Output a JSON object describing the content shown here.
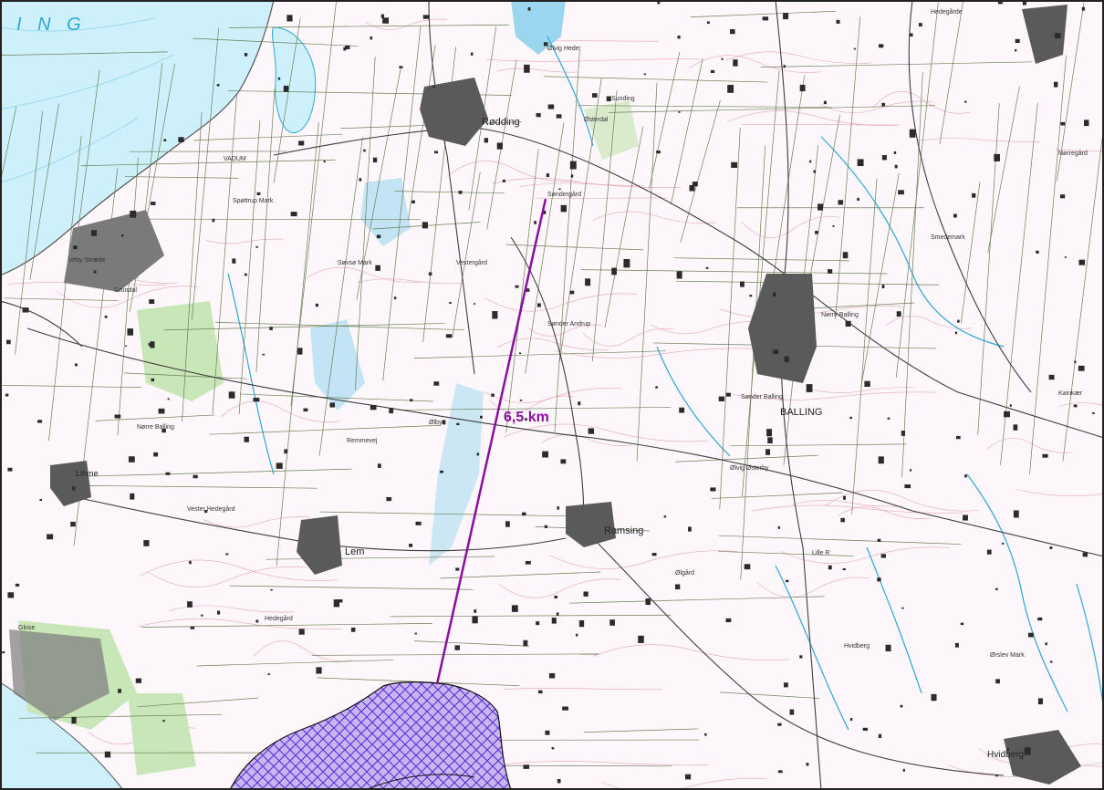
{
  "map": {
    "water_label": "I N G",
    "measurement": {
      "label": "6,5 km",
      "color": "#8a0f9e"
    },
    "colors": {
      "sea": "#cdf0fb",
      "land": "#fdf7fb",
      "settlement": "#3a3a3a",
      "zone_fill": "#c8b6f0",
      "zone_hatch": "#5c2cd6",
      "stream": "#2aa7d8",
      "wetland": "#8fd3ee",
      "forest": "#c9e6b8",
      "road": "#3c3c3c",
      "field_line": "#6b7f54",
      "contour": "#e8a6b0"
    },
    "towns": [
      {
        "name": "Rødding"
      },
      {
        "name": "BALLING"
      },
      {
        "name": "Ramsing"
      },
      {
        "name": "Lem"
      },
      {
        "name": "Lihme"
      },
      {
        "name": "Hvidberg"
      }
    ],
    "places": [
      "VADUM",
      "Spøttrup Mark",
      "Veby Stræde",
      "Nørre Balling",
      "Sønder Balling",
      "Ølby",
      "Sønder Andrup",
      "Østerdal",
      "Ølvig Østerby",
      "Søvsø Mark",
      "Remmevej",
      "Nørre Balling",
      "Smedemark",
      "Ølvig Hede",
      "Sunding",
      "Kainkær",
      "Glose",
      "Vester Hedegård",
      "Nørregård",
      "Lille R",
      "Hedegård",
      "Ørslev Mark",
      "Hvidberg",
      "Hedegårde",
      "Vestergård",
      "Ølgård",
      "Søndergård",
      "Grundal"
    ]
  }
}
